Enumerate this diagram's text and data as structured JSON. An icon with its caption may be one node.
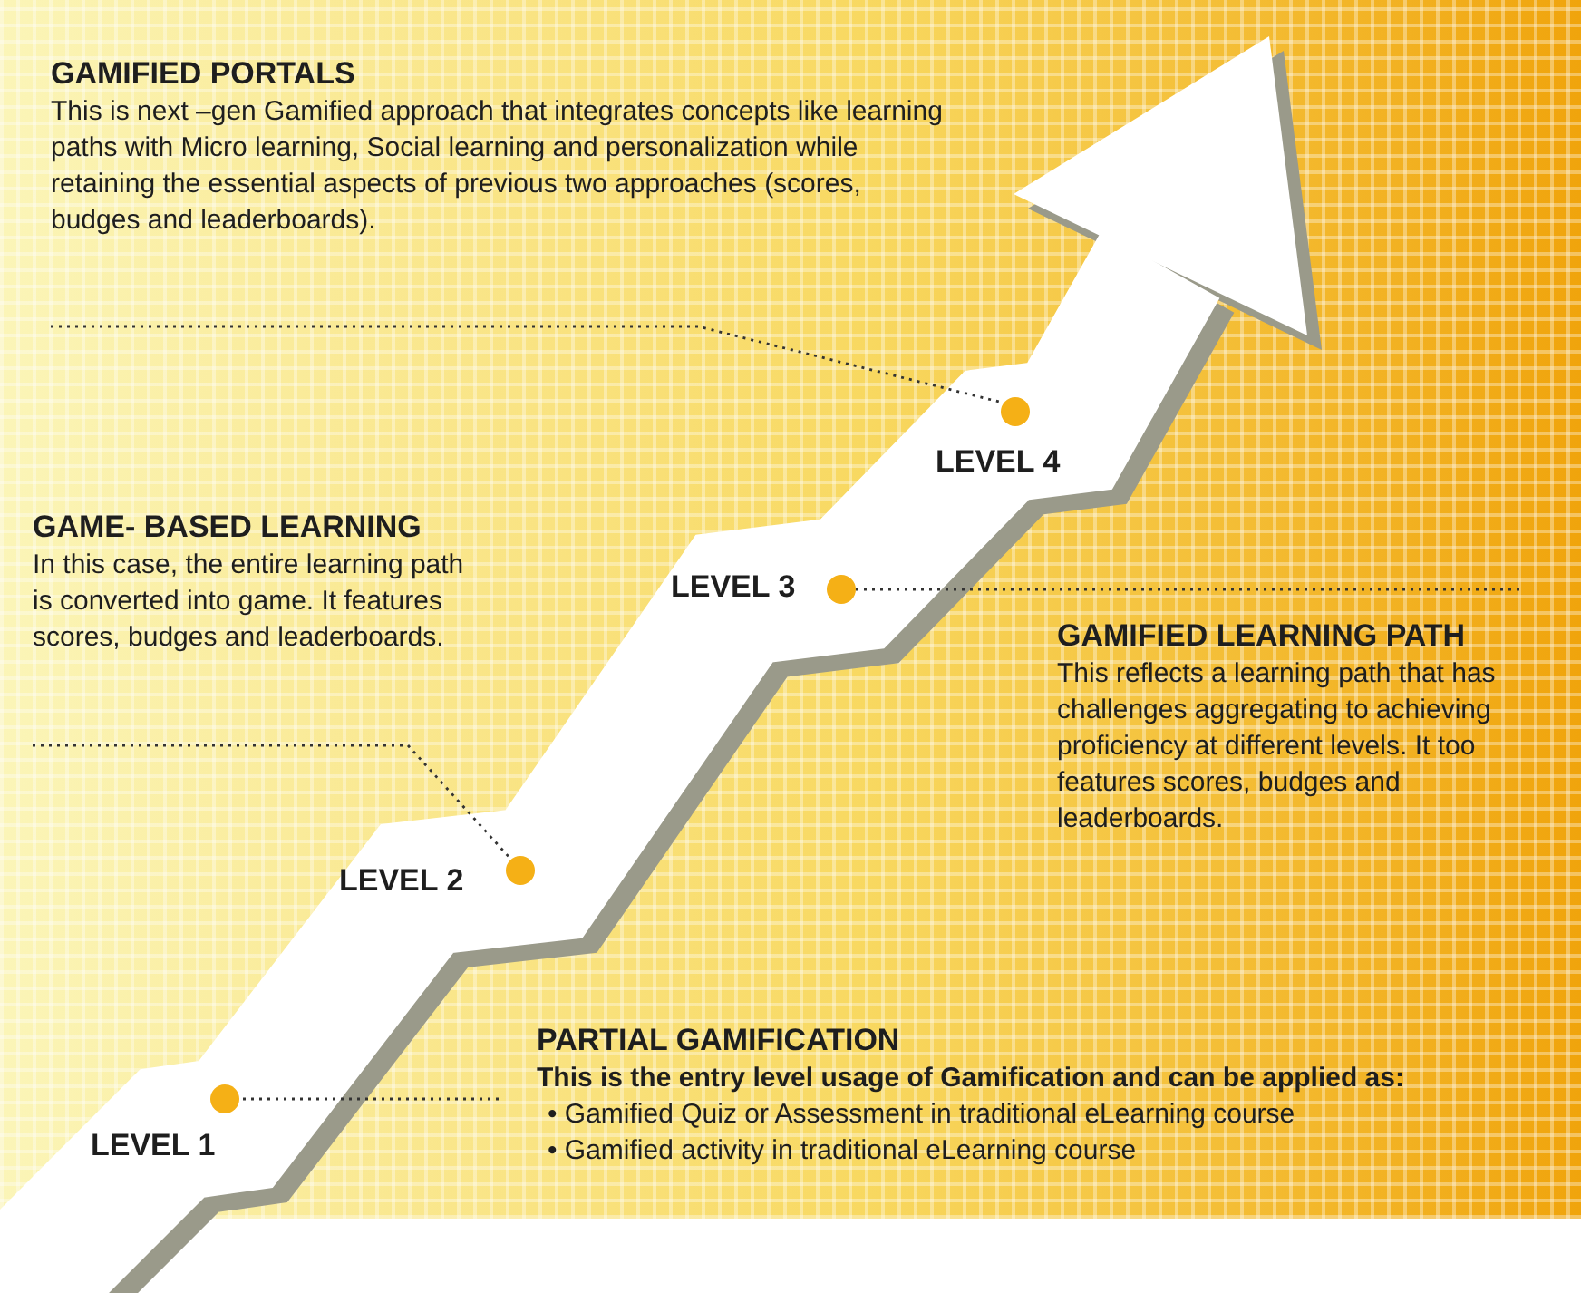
{
  "diagram": {
    "nodes": [
      {
        "text": [
          "GAMIFIED PORTALS",
          "This is next –gen Gamified approach that integrates concepts like learning paths with Micro learning, Social learning and personalization while retaining the essential aspects of previous two approaches (scores, budges and leaderboards)."
        ]
      },
      {
        "text": [],
        "shape": "circle",
        "beside": [
          "LEVEL 4"
        ]
      },
      {
        "text": [
          "GAME- BASED LEARNING",
          "In this case, the entire learning path is converted into game. It features scores, budges and leaderboards."
        ]
      },
      {
        "text": [],
        "shape": "circle",
        "beside": [
          "LEVEL 3"
        ]
      },
      {
        "text": [
          "GAMIFIED LEARNING PATH",
          "This reflects a learning path that has challenges aggregating to achieving proficiency at different levels. It too features scores, budges and leaderboards."
        ]
      },
      {
        "text": [],
        "shape": "circle",
        "beside": [
          "LEVEL 2"
        ]
      },
      {
        "text": [
          "PARTIAL GAMIFICATION",
          "This is the entry level usage of Gamification and can be applied as:",
          "• Gamified Quiz or Assessment in traditional eLearning course",
          "• Gamified activity in traditional eLearning course"
        ]
      },
      {
        "text": [],
        "shape": "circle",
        "beside": [
          "LEVEL 1"
        ]
      }
    ],
    "edges": [
      {
        "from": 0,
        "to": 1,
        "arrow": "none",
        "style": "dashed"
      },
      {
        "from": 2,
        "to": 5,
        "arrow": "none",
        "style": "dashed"
      },
      {
        "from": 4,
        "to": 3,
        "arrow": "none",
        "style": "dashed"
      },
      {
        "from": 6,
        "to": 7,
        "arrow": "none",
        "style": "dashed"
      }
    ]
  }
}
